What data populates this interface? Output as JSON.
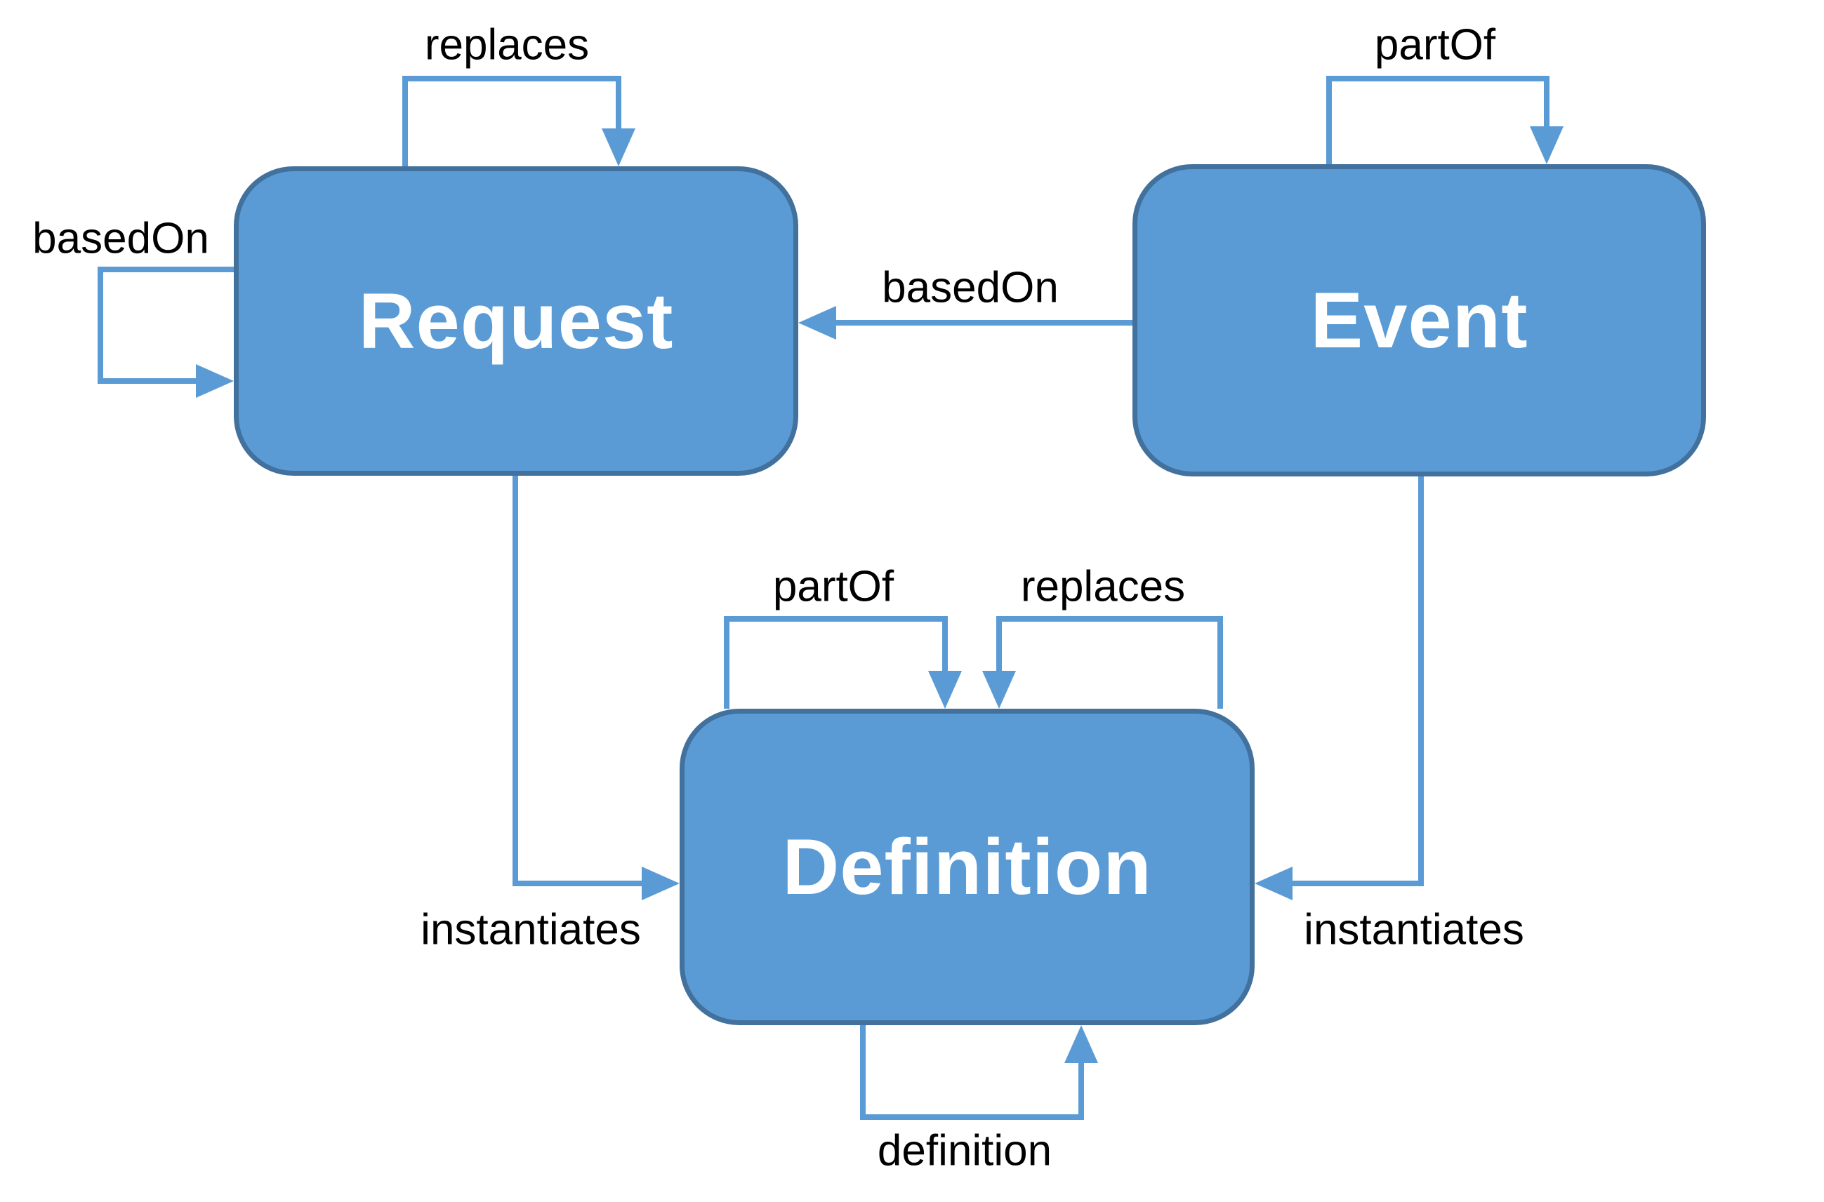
{
  "diagram": {
    "background": "#ffffff",
    "colors": {
      "node_fill": "#5b9bd5",
      "node_border": "#41719c",
      "connector": "#5b9bd5",
      "node_text": "#ffffff",
      "label_text": "#000000"
    },
    "nodes": [
      {
        "id": "request",
        "label": "Request"
      },
      {
        "id": "event",
        "label": "Event"
      },
      {
        "id": "definition",
        "label": "Definition"
      }
    ],
    "edges": [
      {
        "id": "request-replaces-self",
        "label": "replaces",
        "from": "Request",
        "to": "Request",
        "type": "self-loop-top"
      },
      {
        "id": "request-basedon-self",
        "label": "basedOn",
        "from": "Request",
        "to": "Request",
        "type": "self-loop-left"
      },
      {
        "id": "event-partof-self",
        "label": "partOf",
        "from": "Event",
        "to": "Event",
        "type": "self-loop-top"
      },
      {
        "id": "event-basedon-request",
        "label": "basedOn",
        "from": "Event",
        "to": "Request",
        "type": "straight"
      },
      {
        "id": "request-instantiates-definition",
        "label": "instantiates",
        "from": "Request",
        "to": "Definition",
        "type": "elbow"
      },
      {
        "id": "event-instantiates-definition",
        "label": "instantiates",
        "from": "Event",
        "to": "Definition",
        "type": "elbow"
      },
      {
        "id": "definition-partof-self",
        "label": "partOf",
        "from": "Definition",
        "to": "Definition",
        "type": "self-loop-top"
      },
      {
        "id": "definition-replaces-self",
        "label": "replaces",
        "from": "Definition",
        "to": "Definition",
        "type": "self-loop-top"
      },
      {
        "id": "definition-definition-self",
        "label": "definition",
        "from": "Definition",
        "to": "Definition",
        "type": "self-loop-bottom"
      }
    ]
  }
}
